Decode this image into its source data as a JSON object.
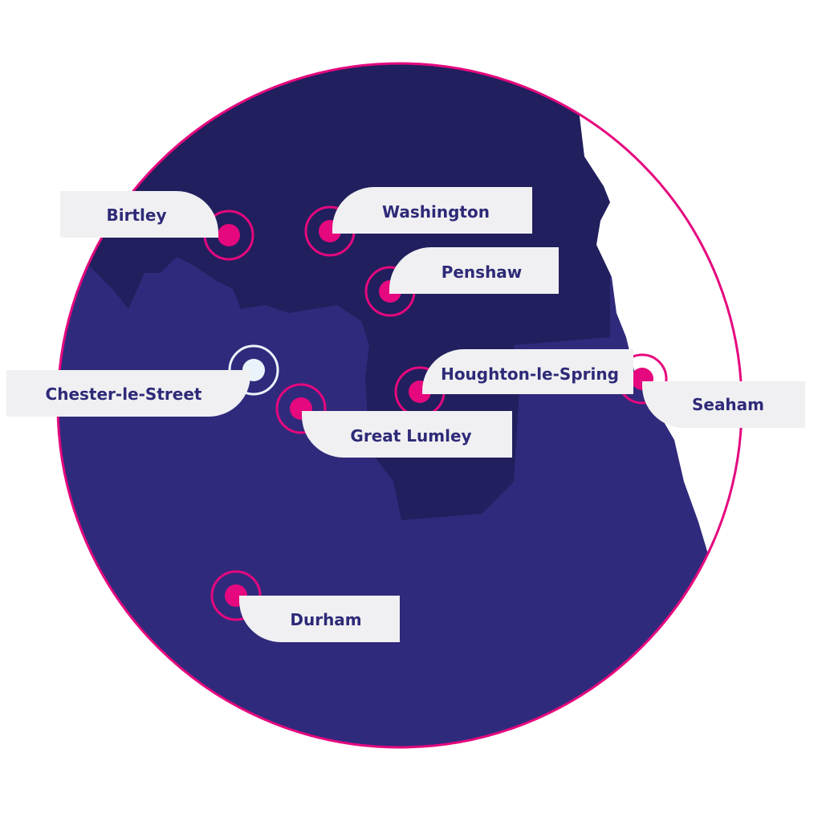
{
  "colors": {
    "land": "#302a7c",
    "land_dark": "#221f5e",
    "sea": "#ffffff",
    "border": "#e5087e",
    "marker": "#e5087e",
    "selected_marker": "#e9f4fa",
    "card": "#f0f0f2",
    "label_text": "#2e2a78"
  },
  "locations": [
    {
      "id": "birtley",
      "name": "Birtley",
      "selected": false
    },
    {
      "id": "washington",
      "name": "Washington",
      "selected": false
    },
    {
      "id": "penshaw",
      "name": "Penshaw",
      "selected": false
    },
    {
      "id": "chester-le-street",
      "name": "Chester-le-Street",
      "selected": true
    },
    {
      "id": "houghton-le-spring",
      "name": "Houghton-le-Spring",
      "selected": false
    },
    {
      "id": "seaham",
      "name": "Seaham",
      "selected": false
    },
    {
      "id": "great-lumley",
      "name": "Great Lumley",
      "selected": false
    },
    {
      "id": "durham",
      "name": "Durham",
      "selected": false
    }
  ]
}
